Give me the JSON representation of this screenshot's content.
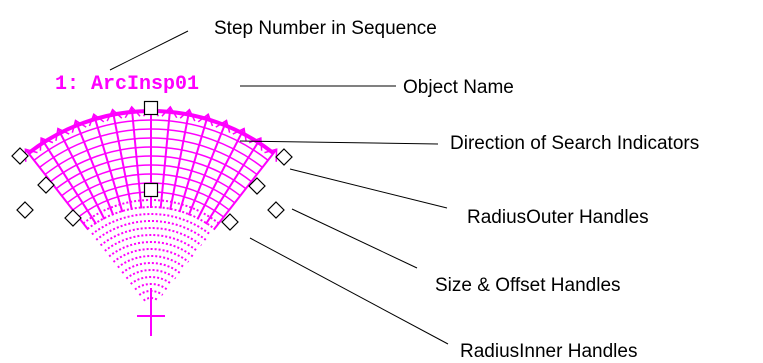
{
  "object_label": "1: ArcInsp01",
  "callouts": {
    "step_number": "Step Number in Sequence",
    "object_name": "Object Name",
    "direction_indicators": "Direction of Search Indicators",
    "radius_outer_handles": "RadiusOuter Handles",
    "size_offset_handles": "Size & Offset Handles",
    "radius_inner_handles": "RadiusInner Handles"
  },
  "colors": {
    "tool": "#ff00ff",
    "handle_fill": "#ffffff",
    "handle_stroke": "#000000",
    "leader_line": "#000000",
    "text": "#000000"
  }
}
